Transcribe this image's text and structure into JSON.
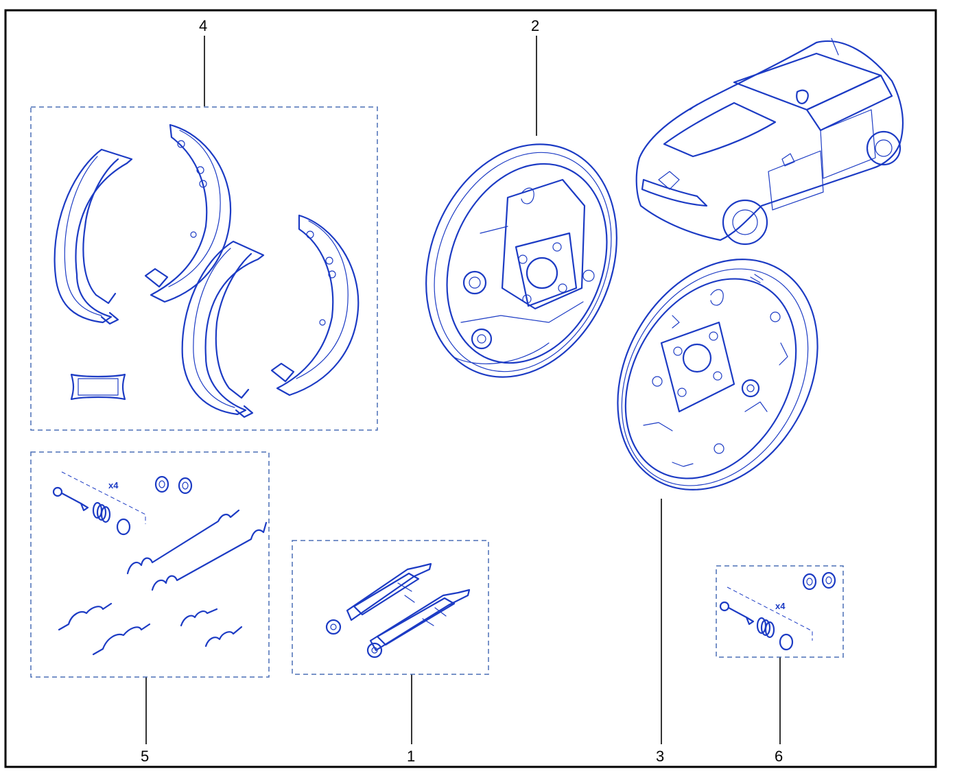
{
  "callouts": {
    "c1": "1",
    "c2": "2",
    "c3": "3",
    "c4": "4",
    "c5": "5",
    "c6": "6"
  },
  "quantities": {
    "spring_kit_qty": "x4",
    "pin_kit_qty": "x4"
  },
  "colors": {
    "line_art": "#1c3bc4",
    "dashed_box": "#4a6fb5",
    "frame": "#000000"
  },
  "icons": [
    "brake-shoe-icon",
    "backing-plate-icon",
    "car-icon",
    "spring-icon",
    "adjuster-icon",
    "retaining-pin-icon",
    "cap-icon"
  ]
}
